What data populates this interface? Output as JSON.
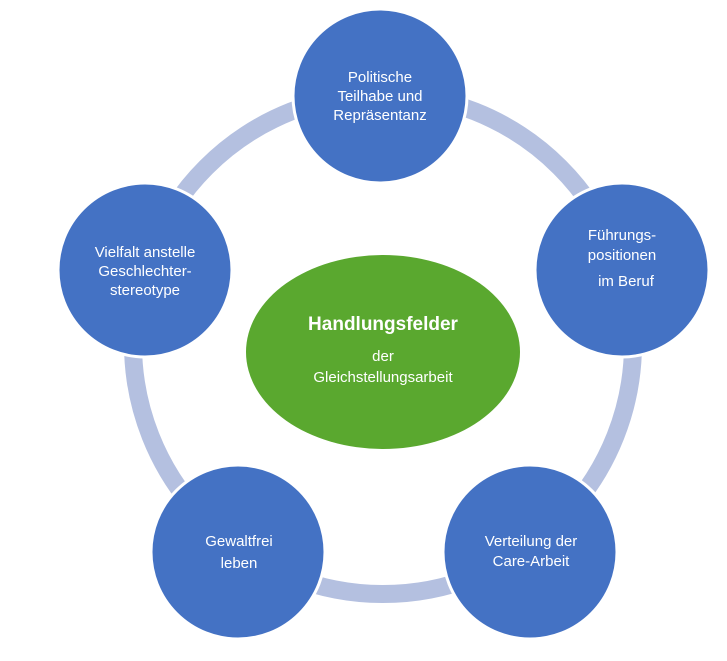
{
  "colors": {
    "node_fill": "#4472c4",
    "node_stroke": "#ffffff",
    "ring": "#b4c0e0",
    "center_fill": "#5aa82f",
    "text": "#ffffff"
  },
  "center": {
    "title": "Handlungsfelder",
    "line1": "der",
    "line2": "Gleichstellungsarbeit"
  },
  "nodes": [
    {
      "line1": "Politische",
      "line2": "Teilhabe und",
      "line3": "Repräsentanz"
    },
    {
      "line1": "Führungs-",
      "line2": "positionen",
      "line3": "im Beruf"
    },
    {
      "line1": "Verteilung der",
      "line2": "Care-Arbeit"
    },
    {
      "line1": "Gewaltfrei",
      "line2": "leben"
    },
    {
      "line1": "Vielfalt anstelle",
      "line2": "Geschlechter-",
      "line3": "stereotype"
    }
  ]
}
